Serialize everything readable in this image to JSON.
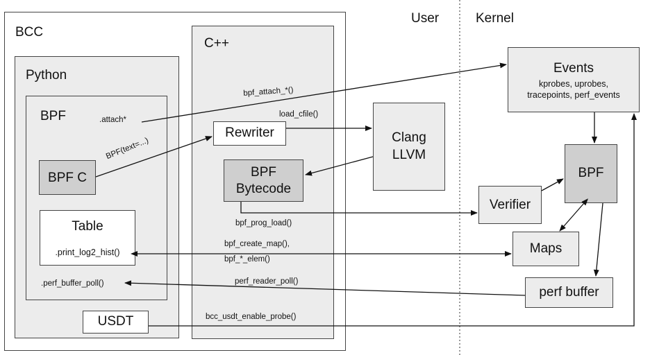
{
  "regions": {
    "user": "User",
    "kernel": "Kernel"
  },
  "containers": {
    "bcc": "BCC",
    "python": "Python",
    "bpf_python": "BPF",
    "cpp": "C++"
  },
  "boxes": {
    "bpf_c": "BPF C",
    "table_title": "Table",
    "table_func": ".print_log2_hist()",
    "usdt": "USDT",
    "rewriter": "Rewriter",
    "bytecode_line1": "BPF",
    "bytecode_line2": "Bytecode",
    "clang_line1": "Clang",
    "clang_line2": "LLVM",
    "events_title": "Events",
    "events_line1": "kprobes, uprobes,",
    "events_line2": "tracepoints, perf_events",
    "bpf_kernel": "BPF",
    "verifier": "Verifier",
    "maps": "Maps",
    "perf_buffer": "perf buffer"
  },
  "labels": {
    "attach": ".attach*",
    "bpf_text": "BPF(text=...)",
    "perf_buffer_poll": ".perf_buffer_poll()",
    "bpf_attach": "bpf_attach_*()",
    "load_cfile": "load_cfile()",
    "bpf_prog_load": "bpf_prog_load()",
    "bpf_create_map": "bpf_create_map(),",
    "bpf_elem": "bpf_*_elem()",
    "perf_reader_poll": "perf_reader_poll()",
    "usdt_enable": "bcc_usdt_enable_probe()"
  }
}
